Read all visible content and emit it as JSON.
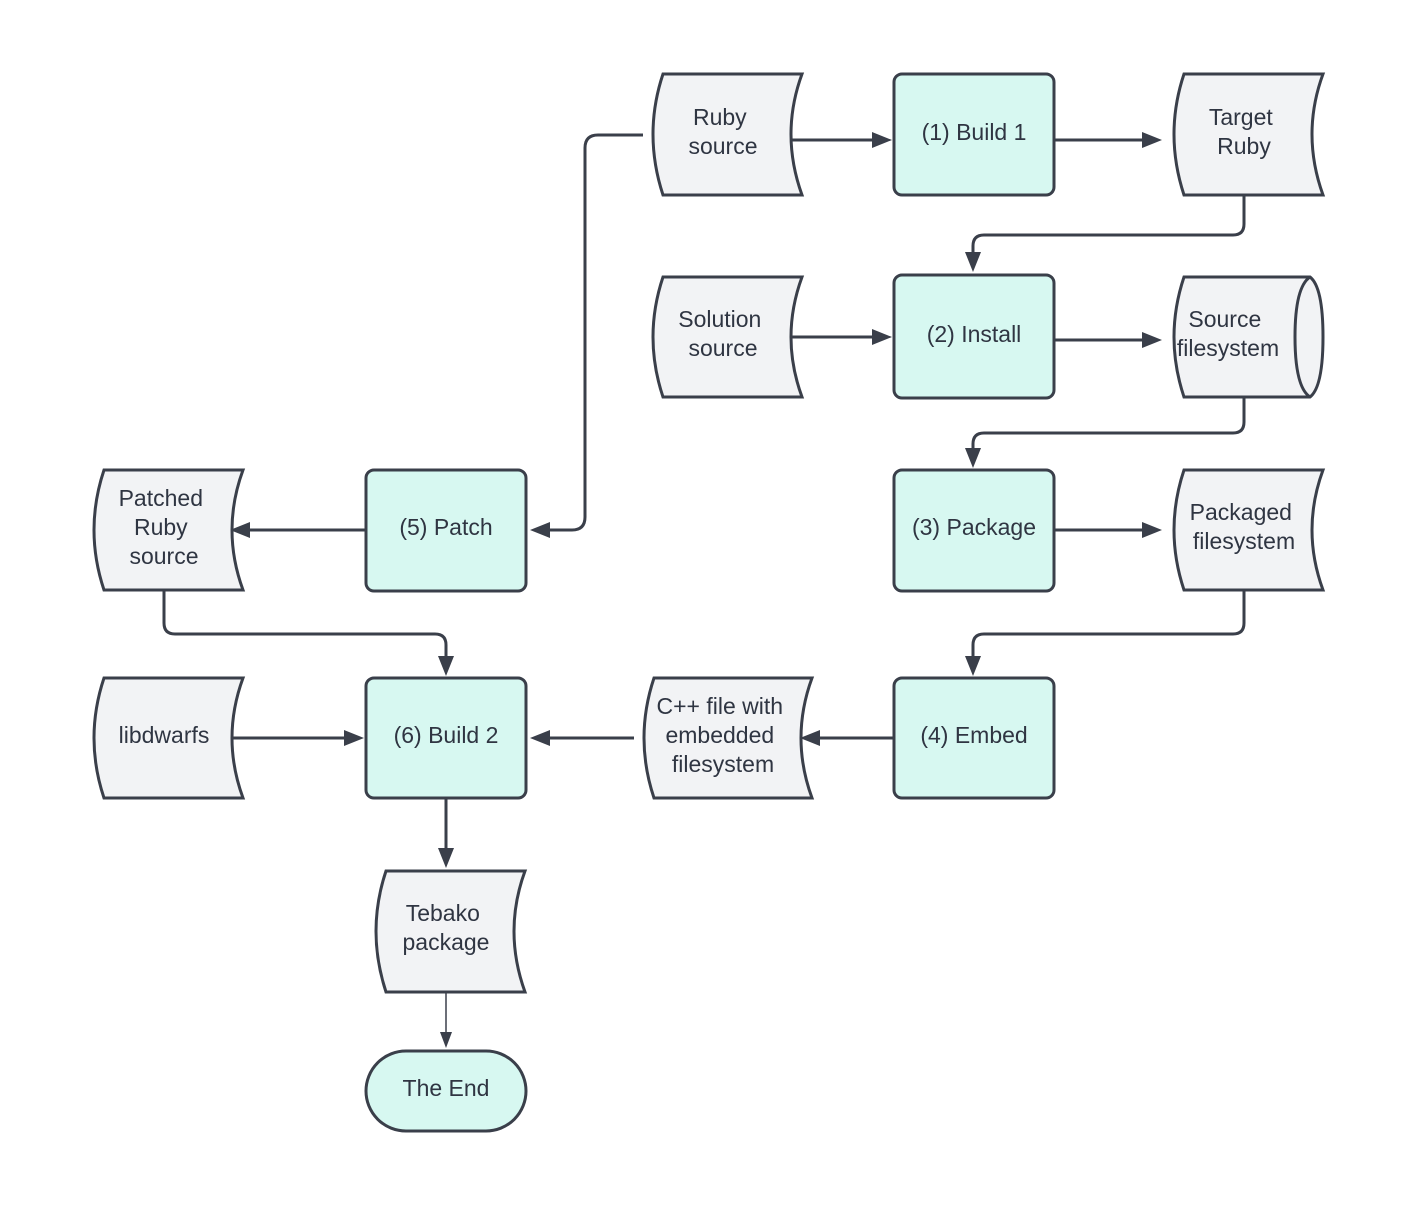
{
  "colors": {
    "process_fill": "#d7f8f1",
    "data_fill": "#f2f3f5",
    "stroke": "#3a3f4a",
    "text": "#2f3542"
  },
  "nodes": {
    "ruby_source": {
      "lines": [
        "Ruby",
        "source"
      ]
    },
    "build1": {
      "lines": [
        "(1) Build 1"
      ]
    },
    "target_ruby": {
      "lines": [
        "Target",
        "Ruby"
      ]
    },
    "solution_source": {
      "lines": [
        "Solution",
        "source"
      ]
    },
    "install": {
      "lines": [
        "(2) Install"
      ]
    },
    "source_filesystem": {
      "lines": [
        "Source",
        "filesystem"
      ]
    },
    "package": {
      "lines": [
        "(3) Package"
      ]
    },
    "packaged_filesystem": {
      "lines": [
        "Packaged",
        "filesystem"
      ]
    },
    "patched_ruby_source": {
      "lines": [
        "Patched",
        "Ruby",
        "source"
      ]
    },
    "patch": {
      "lines": [
        "(5) Patch"
      ]
    },
    "libdwarfs": {
      "lines": [
        "libdwarfs"
      ]
    },
    "build2": {
      "lines": [
        "(6) Build 2"
      ]
    },
    "cpp_file": {
      "lines": [
        "C++ file with",
        "embedded",
        "filesystem"
      ]
    },
    "embed": {
      "lines": [
        "(4) Embed"
      ]
    },
    "tebako_package": {
      "lines": [
        "Tebako",
        "package"
      ]
    },
    "the_end": {
      "lines": [
        "The End"
      ]
    }
  }
}
